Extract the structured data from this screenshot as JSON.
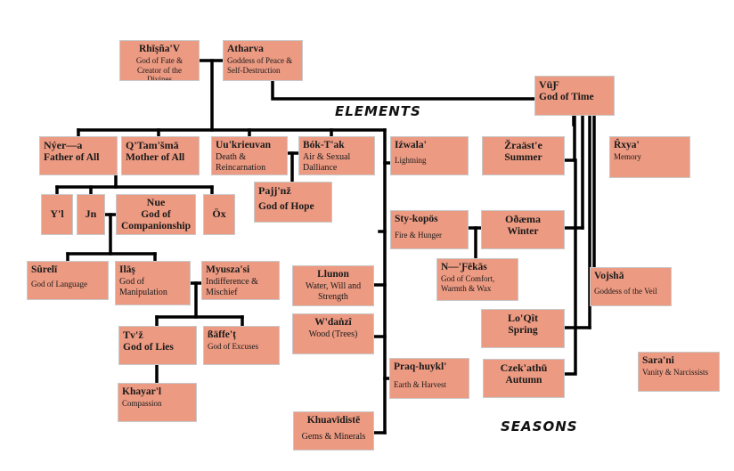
{
  "section_labels": {
    "elements": "ELEMENTS",
    "seasons": "SEASONS"
  },
  "nodes": {
    "rhisnav": {
      "name": "Rhīşña'V",
      "desc": "God of Fate & Creator of the Divines"
    },
    "atharva": {
      "name": "Atharva",
      "desc": "Goddess of Peace & Self-Destruction"
    },
    "vuf": {
      "name": "VūƑ",
      "desc": "God of Time"
    },
    "nyer": {
      "name": "Nýer—a",
      "desc": "Father of All"
    },
    "qtamsma": {
      "name": "Q'Tam'šmā",
      "desc": "Mother of All"
    },
    "uukrieuvan": {
      "name": "Uu'krieuvan",
      "desc": "Death & Reincarnation"
    },
    "boktak": {
      "name": "Bók-T'ak",
      "desc": "Air & Sexual Dalliance"
    },
    "pajjnz": {
      "name": "Pajj'nž",
      "desc": "God of Hope"
    },
    "izwala": {
      "name": "Iźwala'",
      "desc": "Lightning"
    },
    "zraaste": {
      "name": "Žraäst'e",
      "desc": "Summer"
    },
    "rxya": {
      "name": "R̂xya'",
      "desc": "Memory"
    },
    "yl": {
      "name": "Y'l",
      "desc": ""
    },
    "jn": {
      "name": "Jn",
      "desc": ""
    },
    "nue": {
      "name": "Nue",
      "desc": "God of Companionship"
    },
    "ox": {
      "name": "Öx",
      "desc": ""
    },
    "stykopos": {
      "name": "Sty-kopös",
      "desc": "Fire & Hunger"
    },
    "oozema": {
      "name": "Oðæma",
      "desc": "Winter"
    },
    "surelî": {
      "name": "Sûrelī",
      "desc": "God of Language"
    },
    "ilas": {
      "name": "Ilāş",
      "desc": "God of Manipulation"
    },
    "myuszasi": {
      "name": "Myusza'si",
      "desc": "Indifference & Mischief"
    },
    "nfekas": {
      "name": "N—'Ƒēkās",
      "desc": "God of Comfort, Warmth & Wax"
    },
    "vojsha": {
      "name": "Vojshā",
      "desc": "Goddess of the Veil"
    },
    "llunon": {
      "name": "Llunon",
      "desc": "Water, Will and Strength"
    },
    "wdanzi": {
      "name": "W'daṅzî",
      "desc": "Wood (Trees)"
    },
    "loqit": {
      "name": "Lo'Qît",
      "desc": "Spring"
    },
    "tvz": {
      "name": "Tv'ž",
      "desc": "God of Lies"
    },
    "baffet": {
      "name": "ßäffe'ț",
      "desc": "God of Excuses"
    },
    "praqhuykl": {
      "name": "Praq-huykl'",
      "desc": "Earth & Harvest"
    },
    "czekathu": {
      "name": "Czek'athū",
      "desc": "Autumn"
    },
    "sarani": {
      "name": "Sara'ni",
      "desc": "Vanity & Narcissists"
    },
    "khayarl": {
      "name": "Khayar'l",
      "desc": "Compassion"
    },
    "khuavidiste": {
      "name": "Khuavīdistē",
      "desc": "Gems & Minerals"
    }
  }
}
